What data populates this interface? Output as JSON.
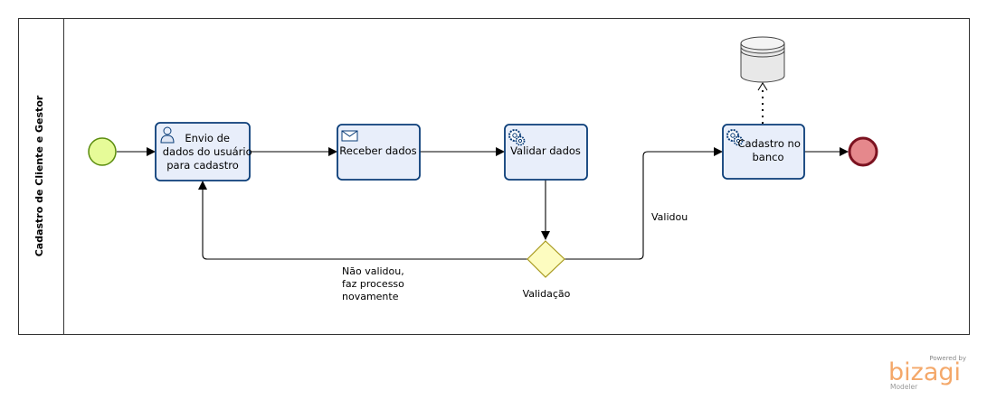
{
  "pool": {
    "name": "Cadastro de Cliente e Gestor"
  },
  "tasks": {
    "envio": {
      "lines": [
        "Envio de",
        "dados do usuário",
        "para cadastro"
      ],
      "icon": "user-task-icon"
    },
    "receber": {
      "lines": [
        "Receber dados"
      ],
      "icon": "envelope-icon"
    },
    "validar": {
      "lines": [
        "Validar dados"
      ],
      "icon": "gears-icon"
    },
    "cadastro": {
      "lines": [
        "Cadastro no",
        "banco"
      ],
      "icon": "gears-icon"
    }
  },
  "gateway": {
    "label": "Validação"
  },
  "flows": {
    "validou": "Validou",
    "nao_validou": [
      "Não validou,",
      "faz processo",
      "novamente"
    ]
  },
  "datastore": {
    "icon": "database-icon"
  },
  "branding": {
    "powered_by": "Powered by",
    "logo": "bizagi",
    "product": "Modeler"
  },
  "colors": {
    "task_fill": "#e8eefa",
    "task_stroke": "#0a3d78",
    "start_fill": "#e6fb98",
    "start_stroke": "#5a8c0d",
    "end_fill": "#e5888c",
    "end_stroke": "#7b1220",
    "gateway_fill": "#fdfcc0",
    "gateway_stroke": "#a89a1e",
    "brand_orange": "#f4a86a"
  }
}
